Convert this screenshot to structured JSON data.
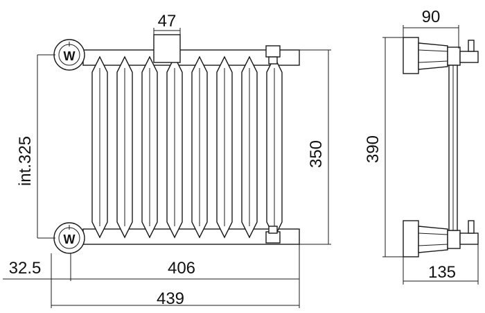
{
  "front_view": {
    "dim_top": "47",
    "dim_left_vertical": "int.325",
    "dim_right_vertical": "350",
    "dim_offset": "32.5",
    "dim_width_inner": "406",
    "dim_width_total": "439",
    "valve_label": "W"
  },
  "side_view": {
    "dim_top": "90",
    "dim_height": "390",
    "dim_bottom": "135"
  }
}
